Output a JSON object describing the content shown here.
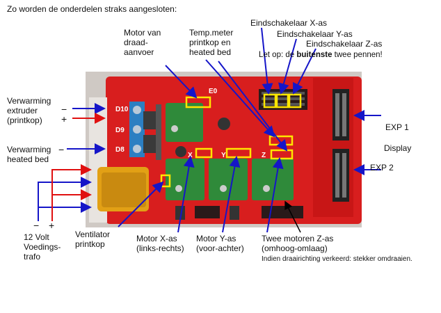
{
  "title": "Zo worden de onderdelen straks aangesloten:",
  "labels": {
    "motor_draad": [
      "Motor van",
      "draad-",
      "aanvoer"
    ],
    "temp_meter": [
      "Temp.meter",
      "printkop en",
      "heated bed"
    ],
    "endstop_x": "Eindschakelaar X-as",
    "endstop_y": "Eindschakelaar Y-as",
    "endstop_z": "Eindschakelaar Z-as",
    "letop_prefix": "Let op: de ",
    "letop_bold": "buitenste",
    "letop_suffix": " twee pennen!",
    "verwarming_extruder": [
      "Verwarming",
      "extruder",
      "(printkop)"
    ],
    "minus": "−",
    "plus": "+",
    "verwarming_bed": [
      "Verwarming",
      "heated bed"
    ],
    "exp1": "EXP 1",
    "display": "Display",
    "exp2": "EXP 2",
    "volt": [
      "12 Volt",
      "Voedings-",
      "trafo"
    ],
    "ventilator": [
      "Ventilator",
      "printkop"
    ],
    "motor_x": [
      "Motor X-as",
      "(links-rechts)"
    ],
    "motor_y": [
      "Motor Y-as",
      "(voor-achter)"
    ],
    "motor_z": [
      "Twee motoren Z-as",
      "(omhoog-omlaag)"
    ],
    "footnote": "Indien draairichting verkeerd: stekker omdraaien."
  },
  "board_text": {
    "d10": "D10",
    "d9": "D9",
    "d8": "D8",
    "e0": "E0",
    "x": "X",
    "y": "Y",
    "z": "Z"
  },
  "colors": {
    "board": "#d81e1e",
    "board_dark": "#a51212",
    "blue_arrow": "#1515c8",
    "red_arrow": "#e01010",
    "highlight": "#ffe600",
    "driver": "#2f8a3a",
    "connector": "#f0a020",
    "terminal": "#2c7fc2"
  }
}
